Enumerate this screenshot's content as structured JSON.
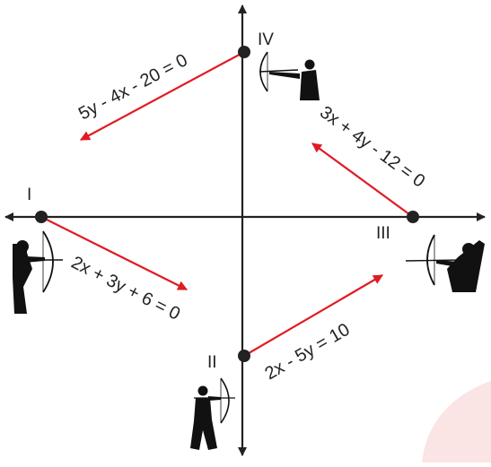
{
  "colors": {
    "axis": "#222222",
    "arrow": "#e01b24",
    "point": "#222222",
    "archer": "#111111",
    "watermark": "#fbe4e4"
  },
  "archers": [
    {
      "label": "I",
      "icon": "archer-silhouette-icon"
    },
    {
      "label": "II",
      "icon": "archer-silhouette-icon"
    },
    {
      "label": "III",
      "icon": "archer-silhouette-icon"
    },
    {
      "label": "IV",
      "icon": "archer-silhouette-icon"
    }
  ],
  "equations": [
    {
      "text": "5y - 4x - 20 = 0"
    },
    {
      "text": "3x + 4y - 12 = 0"
    },
    {
      "text": "2x + 3y + 6 = 0"
    },
    {
      "text": "2x - 5y = 10"
    }
  ]
}
